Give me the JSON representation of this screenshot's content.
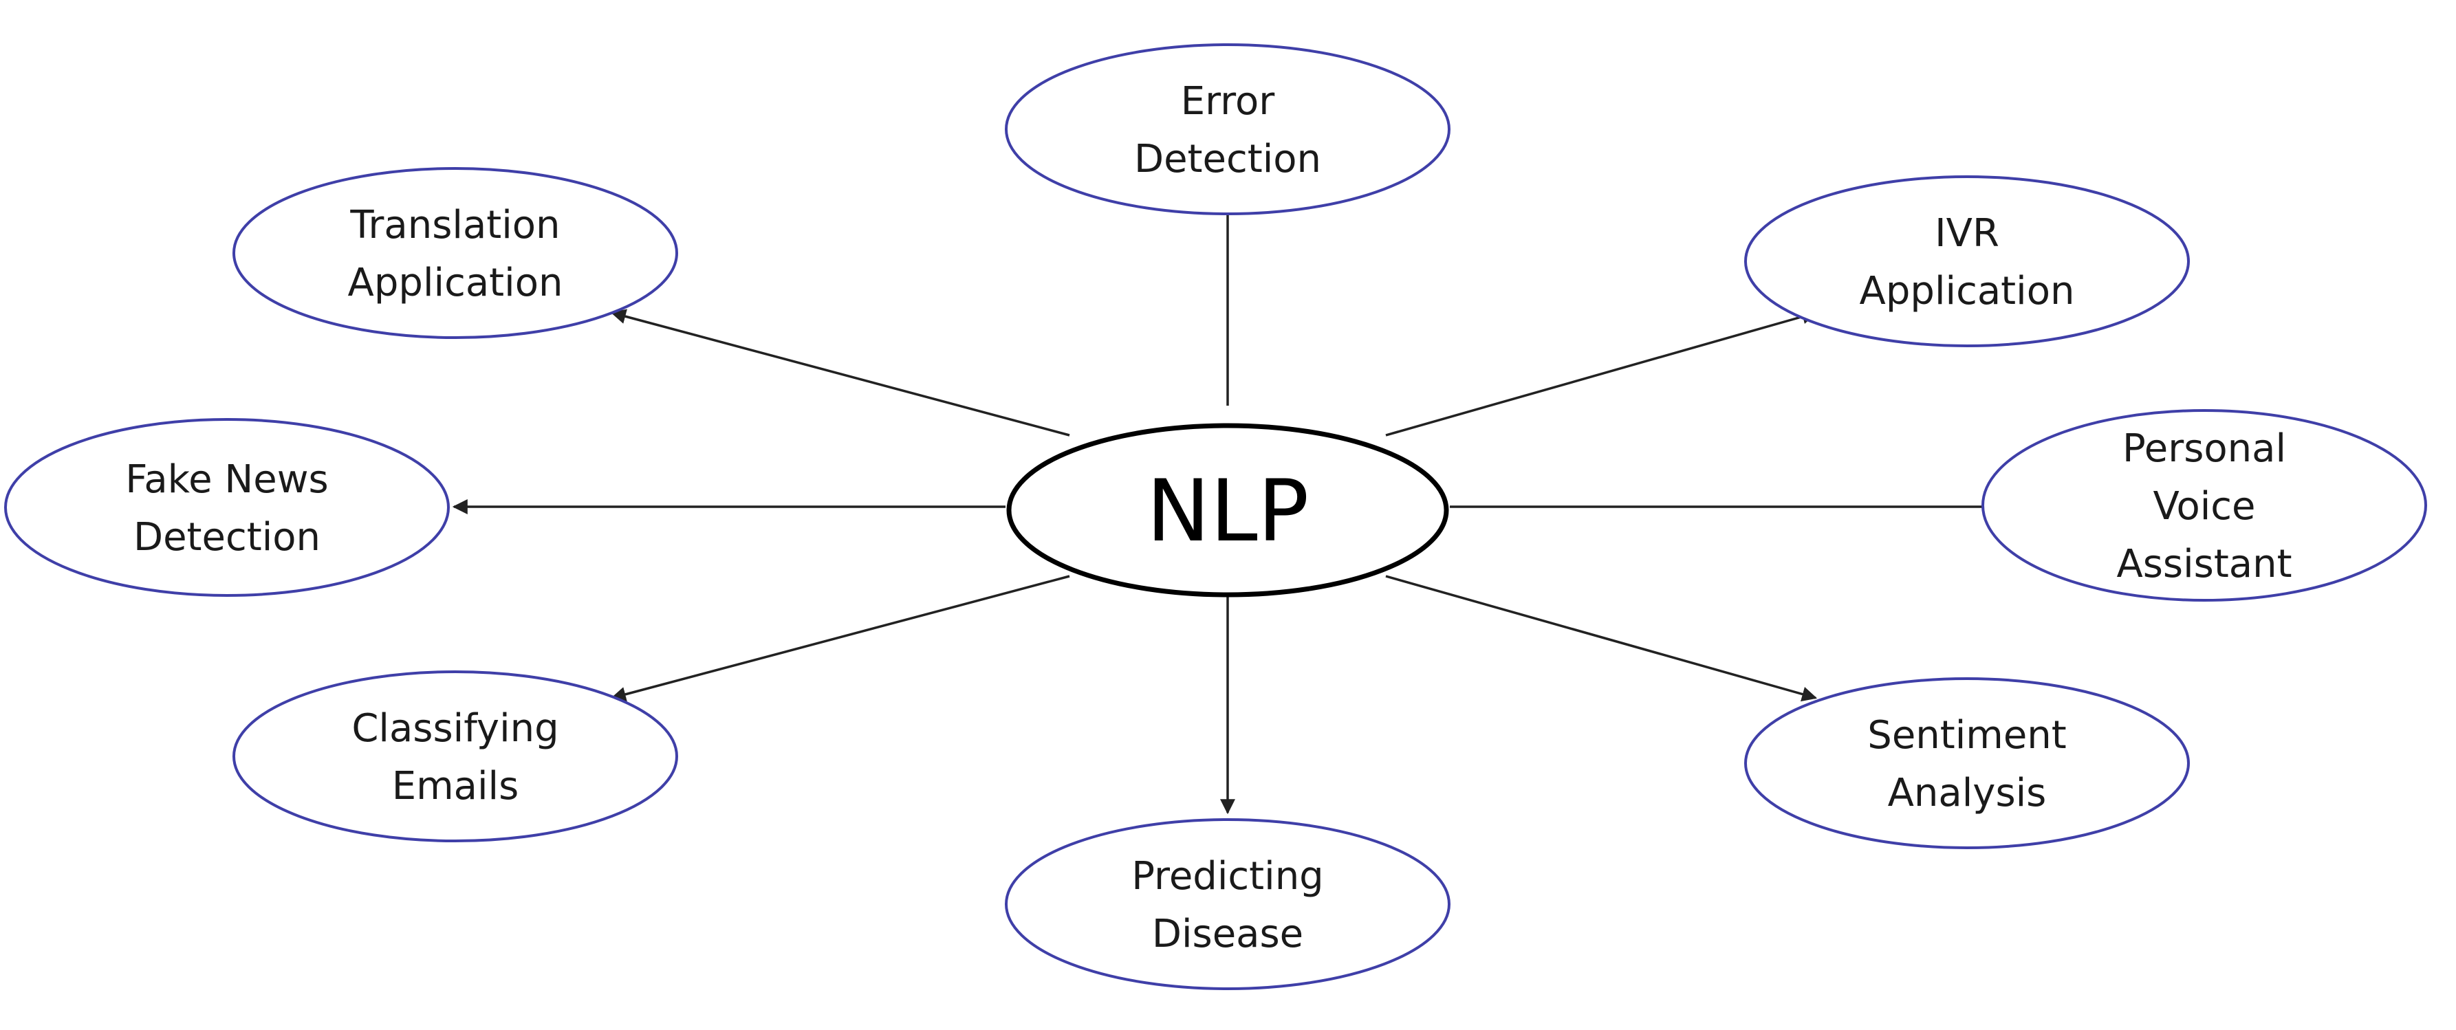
{
  "diagram": {
    "colors": {
      "leaf_stroke": "#3f3fa8",
      "center_stroke": "#000000",
      "connector": "#222222"
    },
    "center": {
      "label": "NLP"
    },
    "nodes": [
      {
        "id": "error-detection",
        "lines": [
          "Error",
          "Detection"
        ]
      },
      {
        "id": "translation-application",
        "lines": [
          "Translation",
          "Application"
        ]
      },
      {
        "id": "ivr-application",
        "lines": [
          "IVR",
          "Application"
        ]
      },
      {
        "id": "fake-news-detection",
        "lines": [
          "Fake News",
          "Detection"
        ]
      },
      {
        "id": "personal-voice-assistant",
        "lines": [
          "Personal",
          "Voice",
          "Assistant"
        ]
      },
      {
        "id": "classifying-emails",
        "lines": [
          "Classifying",
          "Emails"
        ]
      },
      {
        "id": "sentiment-analysis",
        "lines": [
          "Sentiment",
          "Analysis"
        ]
      },
      {
        "id": "predicting-disease",
        "lines": [
          "Predicting",
          "Disease"
        ]
      }
    ]
  }
}
